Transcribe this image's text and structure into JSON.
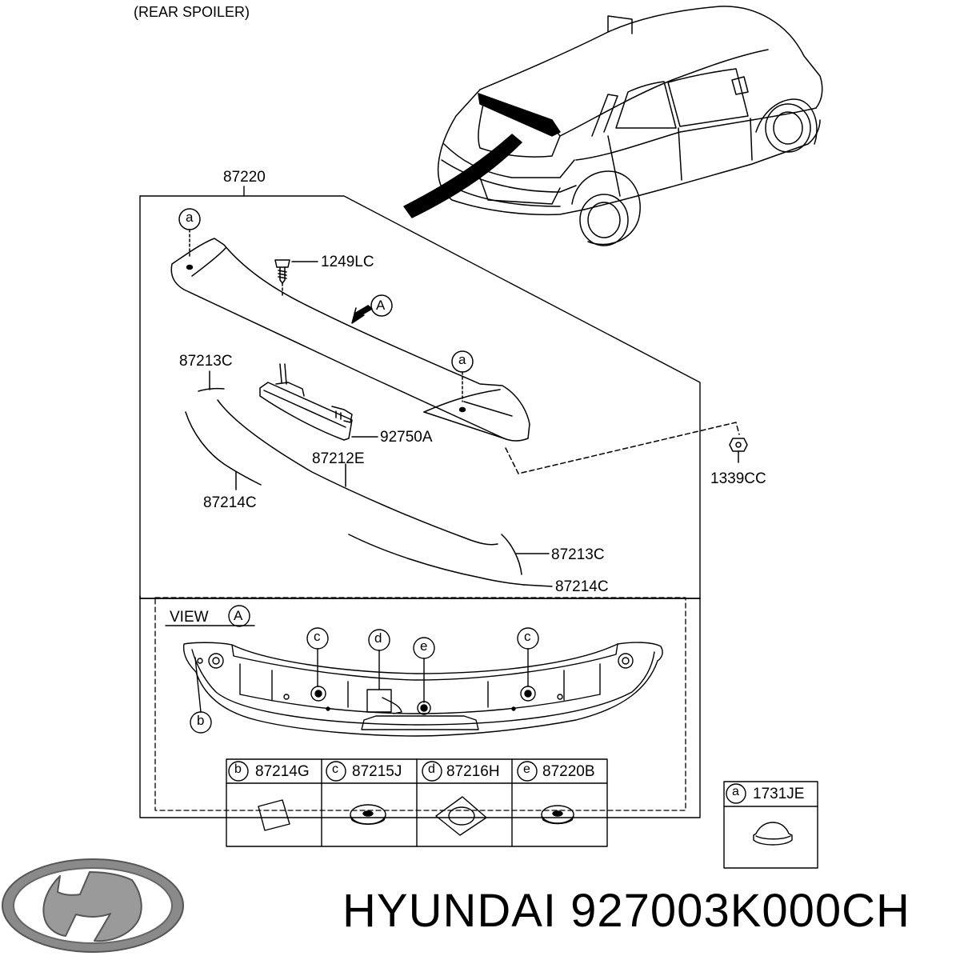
{
  "diagram": {
    "section_title": "(REAR SPOILER)",
    "parts": {
      "spoiler_assembly": "87220",
      "bolt": "1249LC",
      "nut": "1339CC",
      "garnish_upper_left": "87213C",
      "garnish_upper_right": "87213C",
      "stopper_lamp": "92750A",
      "garnish_center": "87212E",
      "tape_left": "87214C",
      "tape_right": "87214C"
    },
    "markers": {
      "a": "a",
      "A": "A",
      "b": "b",
      "c": "c",
      "d": "d",
      "e": "e"
    },
    "view_label": "VIEW",
    "fastener_table": {
      "columns": [
        {
          "key": "b",
          "part": "87214G"
        },
        {
          "key": "c",
          "part": "87215J"
        },
        {
          "key": "d",
          "part": "87216H"
        },
        {
          "key": "e",
          "part": "87220B"
        }
      ]
    },
    "clip_table": {
      "key": "a",
      "part": "1731JE"
    }
  },
  "footer": {
    "brand": "HYUNDAI",
    "part_number": "927003K000CH"
  }
}
